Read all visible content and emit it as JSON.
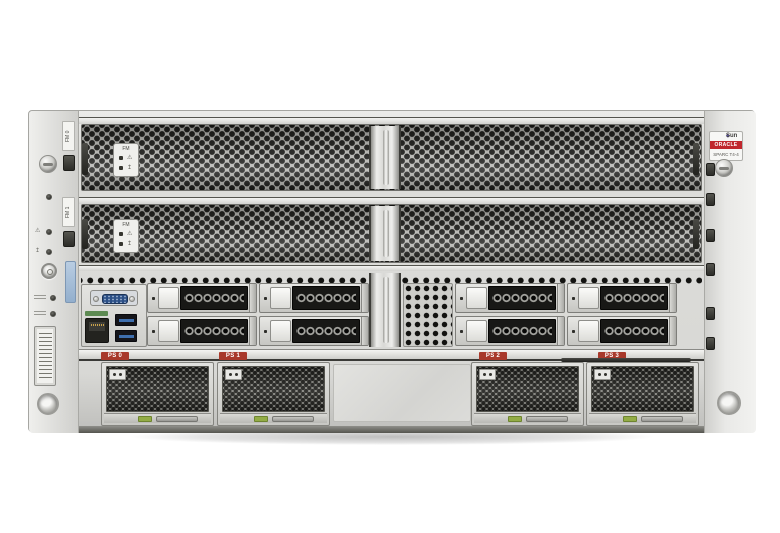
{
  "product": {
    "badge": {
      "brand": "Sun",
      "company": "ORACLE",
      "model": "SPARC T4-4"
    }
  },
  "labels": {
    "fan_tags": [
      "FM 0",
      "FM 1"
    ],
    "fan_plate": "FM",
    "ps": [
      "PS 0",
      "PS 1",
      "PS 2",
      "PS 3"
    ]
  },
  "icons": {
    "sun_logo": "diamond-glyph",
    "power_button": "power-ring",
    "locator_led": "round-led",
    "service_led": "warning-triangle",
    "ok_led": "round-led",
    "fan_fault_glyph": "warning-triangle",
    "fan_ok_glyph": "arrow-up",
    "vga_port": "db15-connector",
    "net_port": "rj45-jack",
    "usb_ports": "usb-stack",
    "serial_label": "barcode-sticker",
    "thumbscrew": "captive-screw",
    "rack_screw_hole": "round-hole"
  },
  "glyphs": {
    "sun_diamond": "◆",
    "warning": "⚠",
    "arrow_up": "↥"
  },
  "colors": {
    "chassis_silver": "#d8d8d5",
    "mesh_dark": "#151513",
    "ps_label_red": "#a8392b",
    "oracle_band_red": "#c0272d",
    "usb_blue": "#3f6fae",
    "net_label_green": "#5d8a52",
    "latch_green": "#93ac46",
    "service_tag_blue": "#a9c3de",
    "vga_blue": "#2b4f86"
  }
}
